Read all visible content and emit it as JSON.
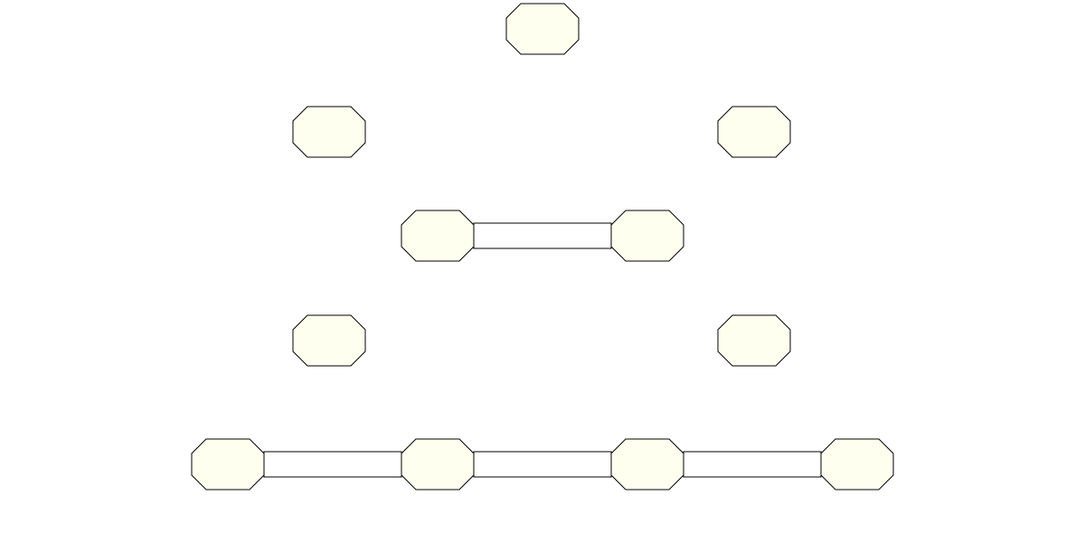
{
  "diagram": {
    "background_color": "#ffffff",
    "node_fill_color": "#fffff0",
    "stroke_color": "#000000",
    "node_shape": "octagon",
    "node_count": 11,
    "connector_count": 4,
    "nodes": [
      {
        "id": "n1"
      },
      {
        "id": "n2"
      },
      {
        "id": "n3"
      },
      {
        "id": "n4"
      },
      {
        "id": "n5"
      },
      {
        "id": "n6"
      },
      {
        "id": "n7"
      },
      {
        "id": "n8"
      },
      {
        "id": "n9"
      },
      {
        "id": "n10"
      },
      {
        "id": "n11"
      }
    ],
    "connectors": [
      {
        "from": "n4",
        "to": "n5"
      },
      {
        "from": "n8",
        "to": "n9"
      },
      {
        "from": "n9",
        "to": "n10"
      },
      {
        "from": "n10",
        "to": "n11"
      }
    ]
  }
}
